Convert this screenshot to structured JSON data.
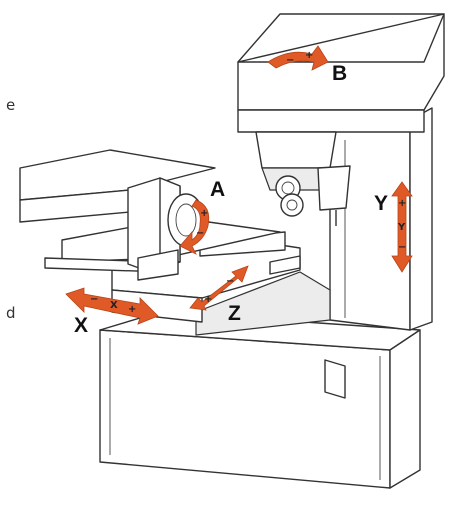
{
  "edge_fragments": {
    "top_left": "e",
    "bottom_left": "d"
  },
  "axes": {
    "A": {
      "label": "A",
      "minus": "−",
      "plus": "+"
    },
    "B": {
      "label": "B",
      "minus": "−",
      "plus": "+"
    },
    "X": {
      "label": "X",
      "minus": "−",
      "mid": "X",
      "plus": "+"
    },
    "Y": {
      "label": "Y",
      "minus": "−",
      "mid": "Y",
      "plus": "+"
    },
    "Z": {
      "label": "Z",
      "minus": "−",
      "plus": "+"
    }
  },
  "colors": {
    "arrow": "#e05a28",
    "outline": "#333333"
  }
}
